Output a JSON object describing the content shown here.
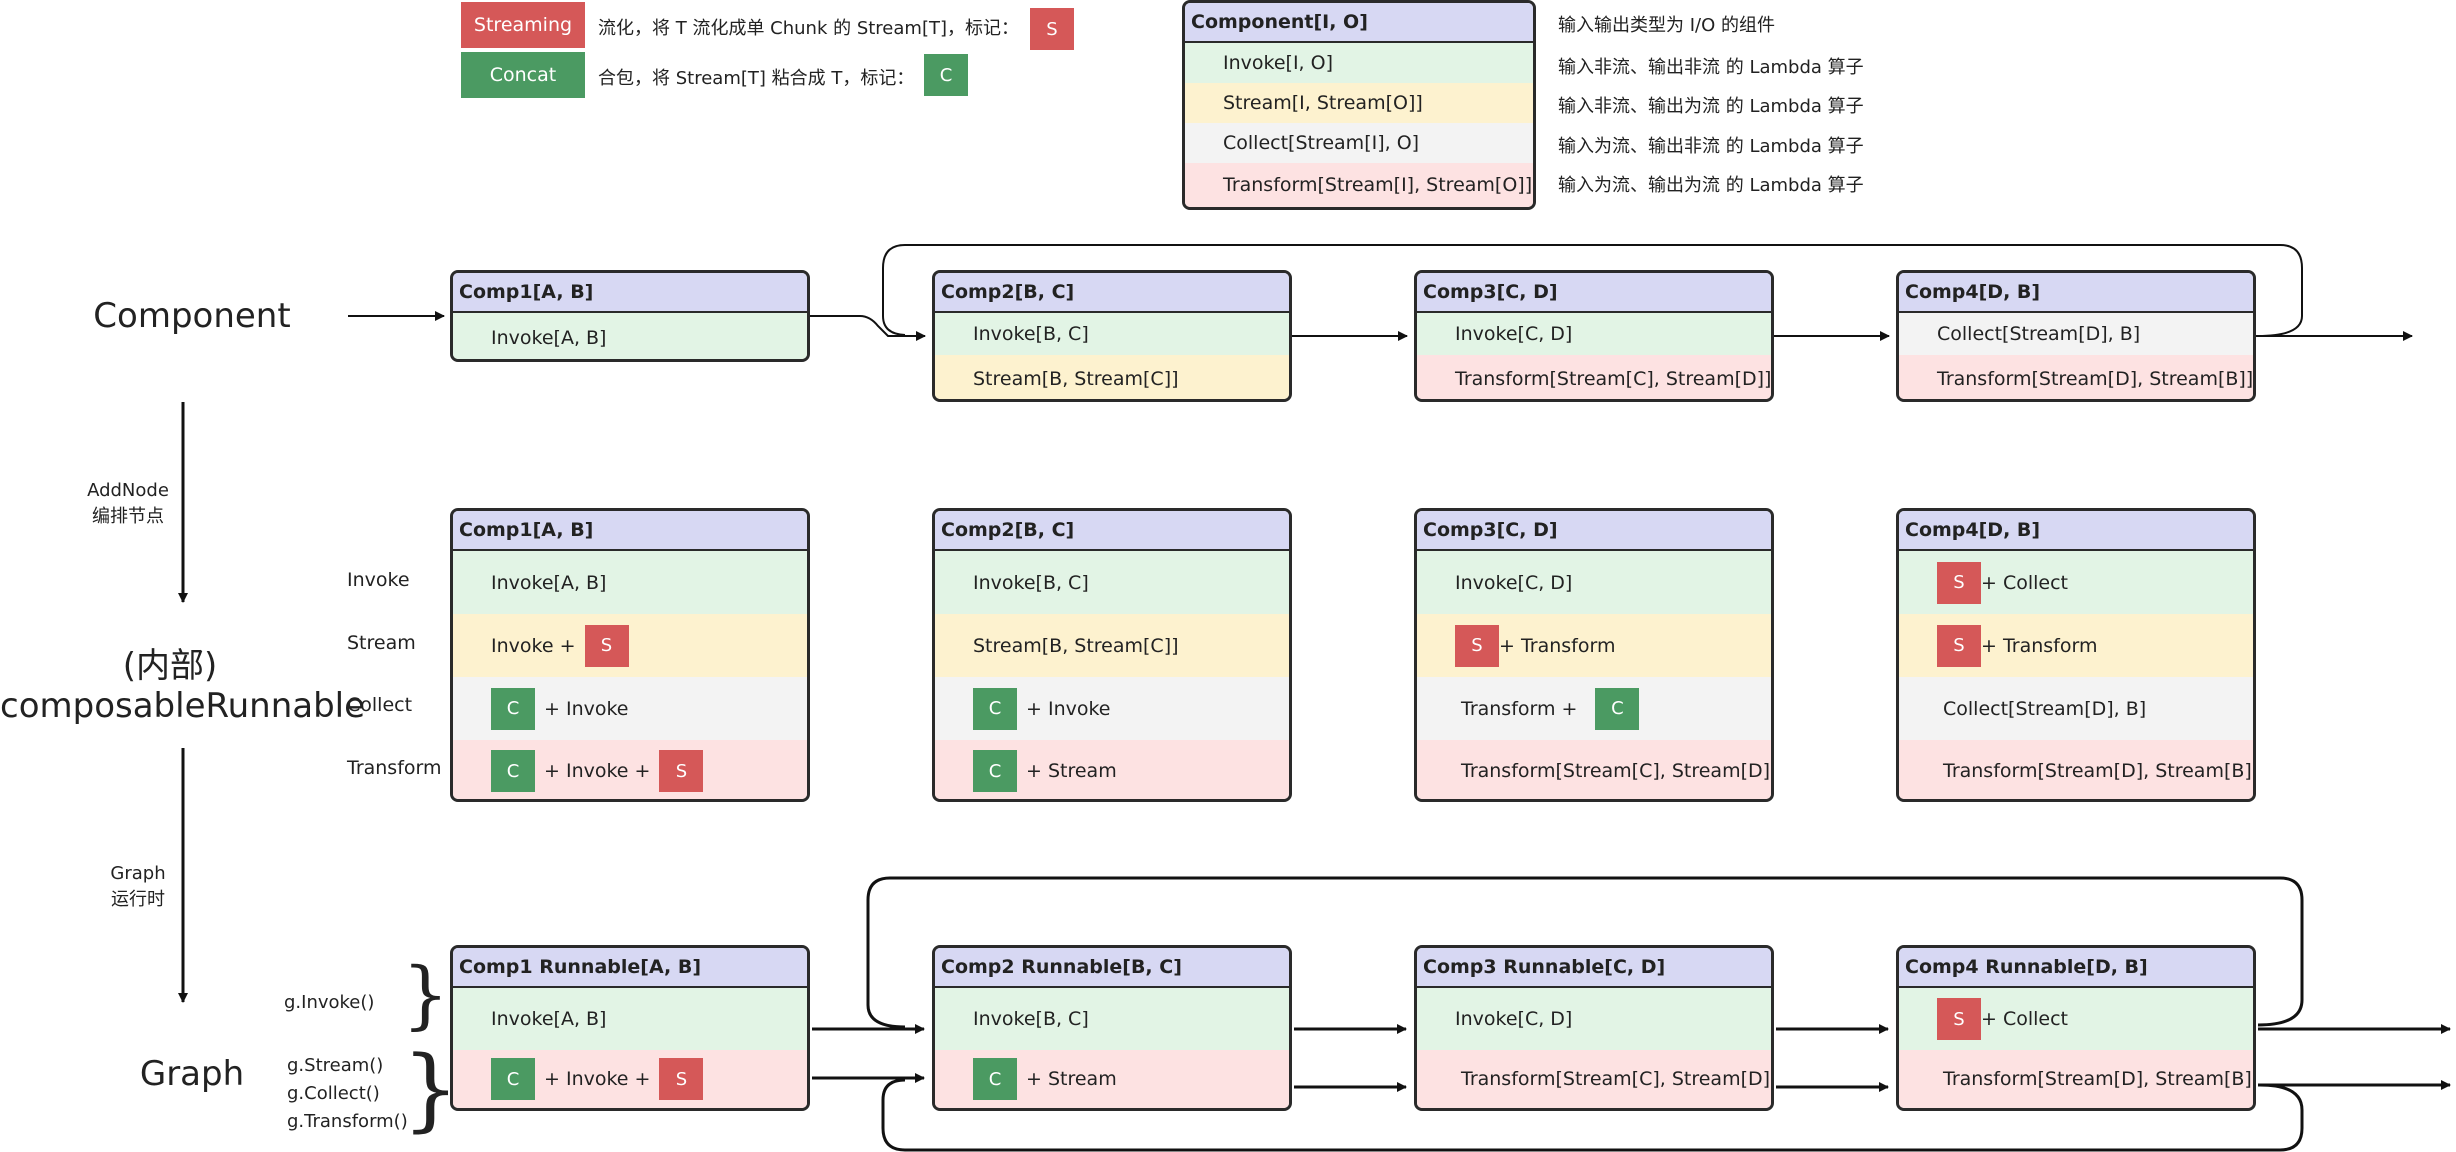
{
  "legend": {
    "streaming_tag": "Streaming",
    "streaming_text": "流化，将 T 流化成单 Chunk 的 Stream[T]，标记：",
    "concat_tag": "Concat",
    "concat_text": "合包，将 Stream[T] 粘合成 T，标记：",
    "mark_s": "S",
    "mark_c": "C"
  },
  "type_legend": {
    "header": "Component[I, O]",
    "header_desc": "输入输出类型为 I/O 的组件",
    "rows": [
      {
        "label": "Invoke[I, O]",
        "desc": "输入非流、输出非流 的 Lambda 算子"
      },
      {
        "label": "Stream[I, Stream[O]]",
        "desc": "输入非流、输出为流 的 Lambda 算子"
      },
      {
        "label": "Collect[Stream[I], O]",
        "desc": "输入为流、输出非流 的 Lambda 算子"
      },
      {
        "label": "Transform[Stream[I], Stream[O]]",
        "desc": "输入为流、输出为流 的 Lambda 算子"
      }
    ]
  },
  "sections": {
    "component": "Component",
    "composable_line1": "(内部)",
    "composable_line2": "composableRunnable",
    "graph": "Graph"
  },
  "steps": {
    "addnode_line1": "AddNode",
    "addnode_line2": "编排节点",
    "graph_line1": "Graph",
    "graph_line2": "运行时"
  },
  "modes": [
    "Invoke",
    "Stream",
    "Collect",
    "Transform"
  ],
  "calls": {
    "invoke": "g.Invoke()",
    "others": [
      "g.Stream()",
      "g.Collect()",
      "g.Transform()"
    ]
  },
  "row1": [
    {
      "title": "Comp1[A, B]",
      "rows": [
        "Invoke[A, B]"
      ]
    },
    {
      "title": "Comp2[B, C]",
      "rows": [
        "Invoke[B, C]",
        "Stream[B, Stream[C]]"
      ]
    },
    {
      "title": "Comp3[C, D]",
      "rows": [
        "Invoke[C, D]",
        "Transform[Stream[C], Stream[D]]"
      ]
    },
    {
      "title": "Comp4[D, B]",
      "rows": [
        "Collect[Stream[D], B]",
        "Transform[Stream[D], Stream[B]]"
      ]
    }
  ],
  "row2": [
    {
      "title": "Comp1[A, B]",
      "invoke": "Invoke[A, B]",
      "stream_text": "Invoke  +",
      "collect_text": "+ Invoke",
      "transform_mid": "+ Invoke +"
    },
    {
      "title": "Comp2[B, C]",
      "invoke": "Invoke[B, C]",
      "stream": "Stream[B, Stream[C]]",
      "collect_text": "+ Invoke",
      "transform_text": "+ Stream"
    },
    {
      "title": "Comp3[C, D]",
      "invoke": "Invoke[C, D]",
      "stream_text": "+ Transform",
      "collect_text": "Transform +",
      "transform": "Transform[Stream[C], Stream[D]]"
    },
    {
      "title": "Comp4[D, B]",
      "invoke_text": "+ Collect",
      "stream_text": "+ Transform",
      "collect": "Collect[Stream[D], B]",
      "transform": "Transform[Stream[D], Stream[B]]"
    }
  ],
  "row3": [
    {
      "title": "Comp1 Runnable[A, B]",
      "invoke": "Invoke[A, B]",
      "transform_mid": "+ Invoke +"
    },
    {
      "title": "Comp2 Runnable[B, C]",
      "invoke": "Invoke[B, C]",
      "transform_text": "+ Stream"
    },
    {
      "title": "Comp3 Runnable[C, D]",
      "invoke": "Invoke[C, D]",
      "transform": "Transform[Stream[C], Stream[D]]"
    },
    {
      "title": "Comp4 Runnable[D, B]",
      "invoke_text": "+ Collect",
      "transform": "Transform[Stream[D], Stream[B]]"
    }
  ]
}
